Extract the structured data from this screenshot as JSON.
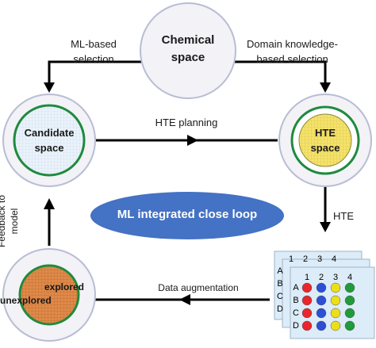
{
  "nodes": {
    "chemical_space": {
      "line1": "Chemical",
      "line2": "space"
    },
    "candidate_space": {
      "line1": "Candidate",
      "line2": "space"
    },
    "hte_space": {
      "line1": "HTE",
      "line2": "space"
    },
    "explored_space": {
      "explored": "explored",
      "unexplored": "unexplored"
    }
  },
  "edges": {
    "ml_selection": {
      "line1": "ML-based",
      "line2": "selection"
    },
    "domain_selection": {
      "line1": "Domain knowledge-",
      "line2": "based selection"
    },
    "hte_planning": "HTE planning",
    "hte": "HTE",
    "data_augmentation": "Data augmentation",
    "feedback": {
      "line1": "Feedback to",
      "line2": "model"
    }
  },
  "center_label": "ML integrated close loop",
  "plates": {
    "back_columns": [
      "1",
      "2",
      "3",
      "4"
    ],
    "back_rows": [
      "A",
      "B",
      "C",
      "D"
    ],
    "front_columns": [
      "1",
      "2",
      "3",
      "4"
    ],
    "front_rows": [
      "A",
      "B",
      "C",
      "D"
    ],
    "well_colors": [
      "#e8262c",
      "#2c4fd6",
      "#ecdf1a",
      "#1f9b3a"
    ]
  },
  "colors": {
    "arrow": "#000000",
    "outer_circle_fill": "#f2f2f7",
    "outer_circle_stroke": "#b8bdd4",
    "green_ring": "#1f8a3e",
    "ellipse_fill": "#4472c4",
    "candidate_fill": "#eaf3fb",
    "hte_fill": "#f4e26a",
    "explored_fill": "#e08a4a",
    "plate_fill": "#dcecf8"
  }
}
